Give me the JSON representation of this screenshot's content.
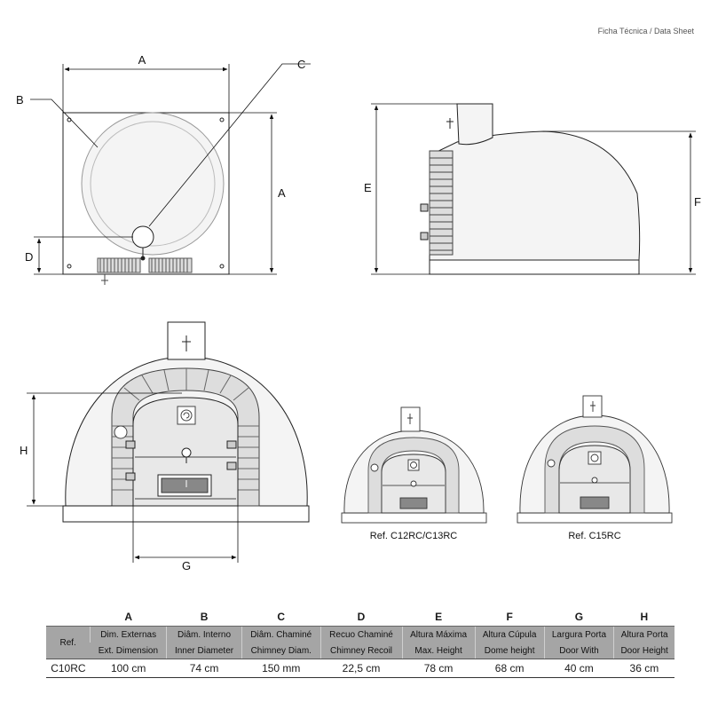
{
  "header": {
    "note": "Ficha Técnica / Data Sheet"
  },
  "dims": {
    "a": "A",
    "b": "B",
    "c": "C",
    "d": "D",
    "e": "E",
    "f": "F",
    "g": "G",
    "h": "H"
  },
  "captions": {
    "mid": "Ref. C12RC/C13RC",
    "small": "Ref. C15RC"
  },
  "table": {
    "ref_header": "Ref.",
    "letters": [
      "A",
      "B",
      "C",
      "D",
      "E",
      "F",
      "G",
      "H"
    ],
    "labels_es": [
      "Dim. Externas",
      "Diâm. Interno",
      "Diâm. Chaminé",
      "Recuo Chaminé",
      "Altura Máxima",
      "Altura Cúpula",
      "Largura Porta",
      "Altura Porta"
    ],
    "labels_en": [
      "Ext. Dimension",
      "Inner Diameter",
      "Chimney Diam.",
      "Chimney Recoil",
      "Max. Height",
      "Dome height",
      "Door With",
      "Door Height"
    ],
    "row": {
      "ref": "C10RC",
      "values": [
        "100 cm",
        "74 cm",
        "150 mm",
        "22,5 cm",
        "78 cm",
        "68 cm",
        "40 cm",
        "36 cm"
      ]
    }
  }
}
